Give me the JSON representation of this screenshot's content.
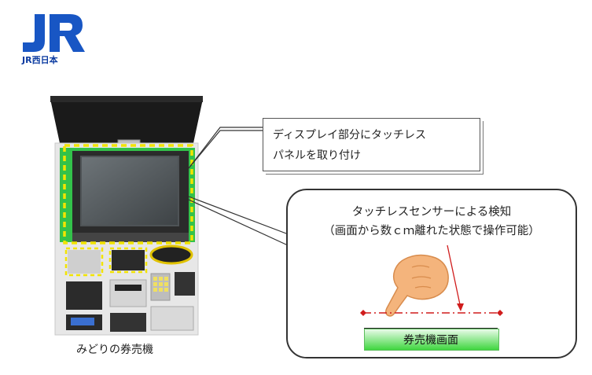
{
  "logo": {
    "mark": "JR",
    "sub": "JR西日本"
  },
  "machine": {
    "caption": "みどりの券売機"
  },
  "callout": {
    "line1": "ディスプレイ部分にタッチレス",
    "line2": "パネルを取り付け"
  },
  "bubble": {
    "title": "タッチレスセンサーによる検知",
    "subtitle": "（画面から数ｃｍ離れた状態で操作可能）",
    "screen_label": "券売機画面"
  },
  "colors": {
    "brand_blue": "#1856c4",
    "highlight_green": "#3fd63f",
    "dashed_yellow": "#f2e400",
    "sensor_red": "#d01c1c"
  }
}
